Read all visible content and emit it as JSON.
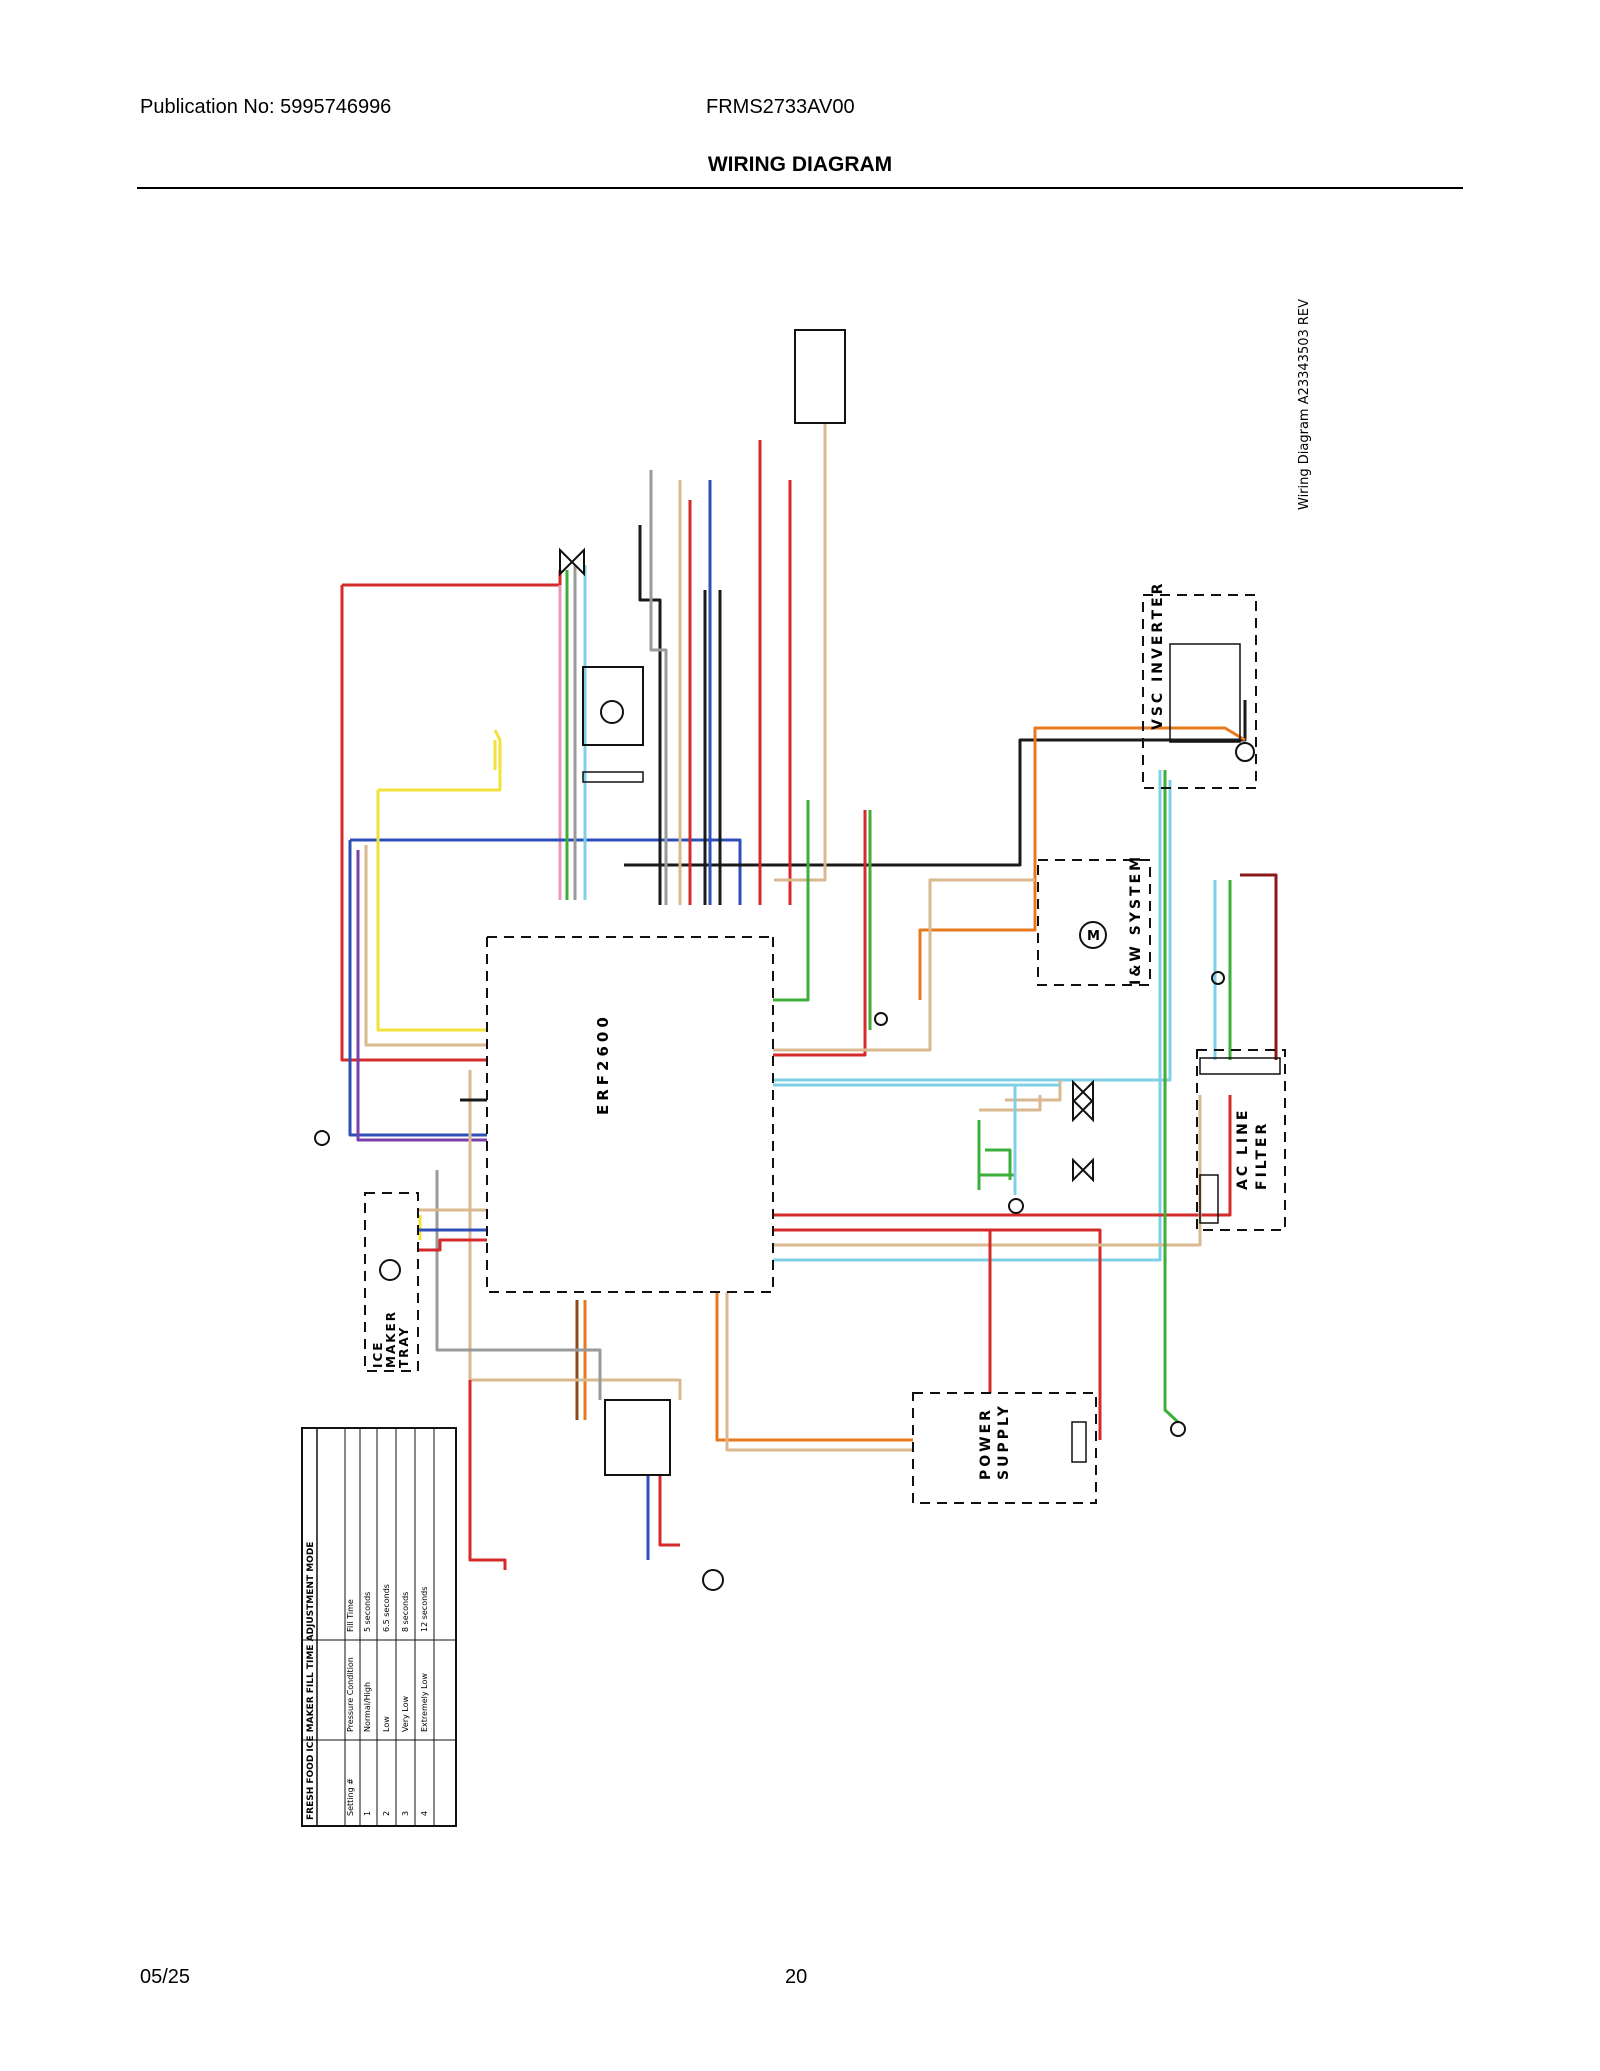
{
  "header": {
    "publication": "Publication No: 5995746996",
    "model": "FRMS2733AV00",
    "title": "WIRING DIAGRAM"
  },
  "diagram": {
    "drawing_id": "Wiring Diagram A23343503 REV",
    "blocks": {
      "control": "ERF2600",
      "inverter": "VSC INVERTER",
      "iw_system": "I&W SYSTEM",
      "ac_filter_1": "AC LINE",
      "ac_filter_2": "FILTER",
      "power_1": "POWER",
      "power_2": "SUPPLY",
      "ice_1": "ICE",
      "ice_2": "MAKER",
      "ice_3": "TRAY"
    },
    "wire_colors": {
      "red": "#d42a2a",
      "black": "#1a1a1a",
      "blue": "#2f4fb8",
      "orange": "#e87a1e",
      "green": "#3cae3a",
      "yellow": "#f1e23a",
      "tan": "#d9b98f",
      "light_blue": "#7fd0e6",
      "purple": "#7a3fa8",
      "pink": "#e99ab8",
      "gray": "#9a9a9a",
      "brown": "#8a4a1e",
      "white_blue": "#a8c8ee",
      "dark_red": "#8b1a1a"
    },
    "table": {
      "title": "FRESH FOOD ICE MAKER FILL TIME ADJUSTMENT MODE",
      "headers": [
        "Setting #",
        "Pressure Condition",
        "Fill Time"
      ],
      "rows": [
        [
          "1",
          "Normal/High",
          "5 seconds"
        ],
        [
          "2",
          "Low",
          "6.5 seconds"
        ],
        [
          "3",
          "Very Low",
          "8 seconds"
        ],
        [
          "4",
          "Extremely Low",
          "12 seconds"
        ]
      ]
    }
  },
  "footer": {
    "date": "05/25",
    "page": "20"
  }
}
